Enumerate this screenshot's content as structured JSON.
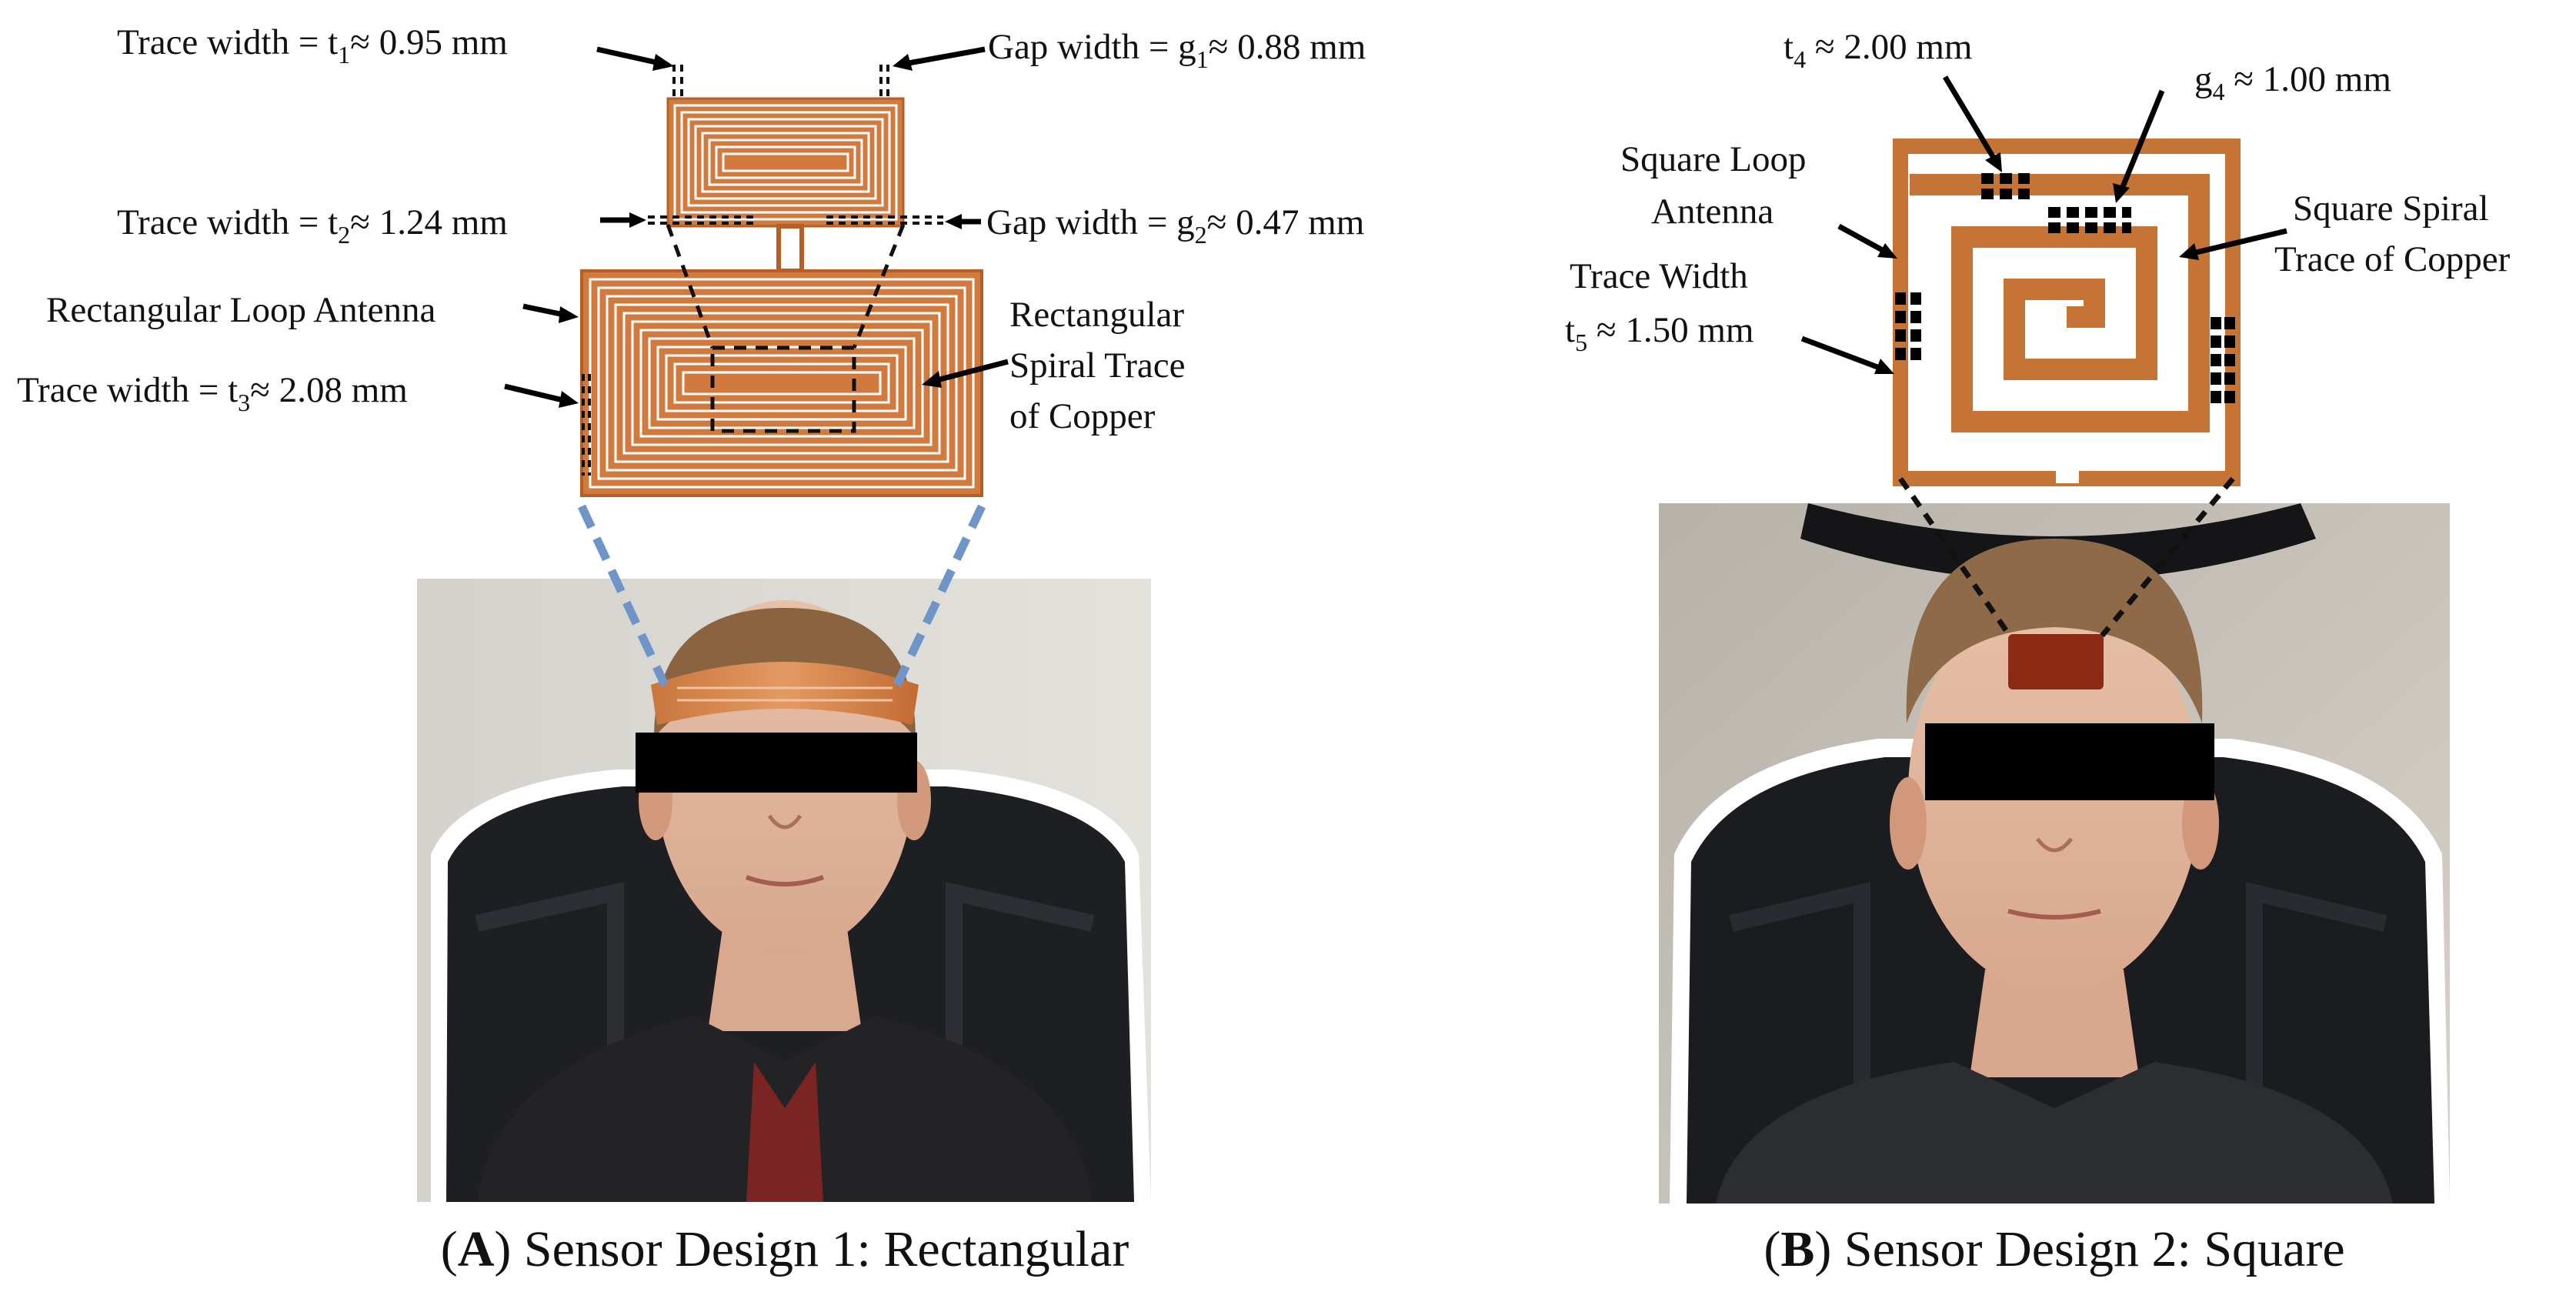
{
  "panel_a": {
    "labels": {
      "t1": {
        "pre": "Trace width = t",
        "sub": "1",
        "post": "≈ 0.95 mm"
      },
      "g1": {
        "pre": "Gap width = g",
        "sub": "1",
        "post": "≈ 0.88 mm"
      },
      "t2": {
        "pre": "Trace width = t",
        "sub": "2",
        "post": "≈ 1.24 mm"
      },
      "g2": {
        "pre": "Gap width = g",
        "sub": "2",
        "post": "≈ 0.47 mm"
      },
      "loop": "Rectangular Loop Antenna",
      "t3": {
        "pre": "Trace width = t",
        "sub": "3",
        "post": "≈ 2.08 mm"
      },
      "spiral": [
        "Rectangular",
        "Spiral Trace",
        "of Copper"
      ]
    },
    "caption": {
      "open": "(",
      "letter": "A",
      "rest": ") Sensor Design 1: Rectangular"
    }
  },
  "panel_b": {
    "labels": {
      "t4": {
        "pre": "t",
        "sub": "4",
        "post": " ≈ 2.00 mm"
      },
      "g4": {
        "pre": "g",
        "sub": "4",
        "post": " ≈ 1.00 mm"
      },
      "loop": [
        "Square Loop",
        "Antenna"
      ],
      "spiral": [
        "Square Spiral",
        "Trace of Copper"
      ],
      "trace_width": "Trace Width",
      "t5": {
        "pre": "t",
        "sub": "5",
        "post": " ≈ 1.50 mm"
      }
    },
    "caption": {
      "open": "(",
      "letter": "B",
      "rest": ") Sensor Design 2: Square"
    }
  },
  "colors": {
    "copper": "#d27a3e",
    "copper_dark": "#b55e25",
    "photo_bg": "#dcd9d2",
    "chair": "#1e1f22",
    "redaction": "#000000",
    "leader_blue": "#6f95c8"
  }
}
